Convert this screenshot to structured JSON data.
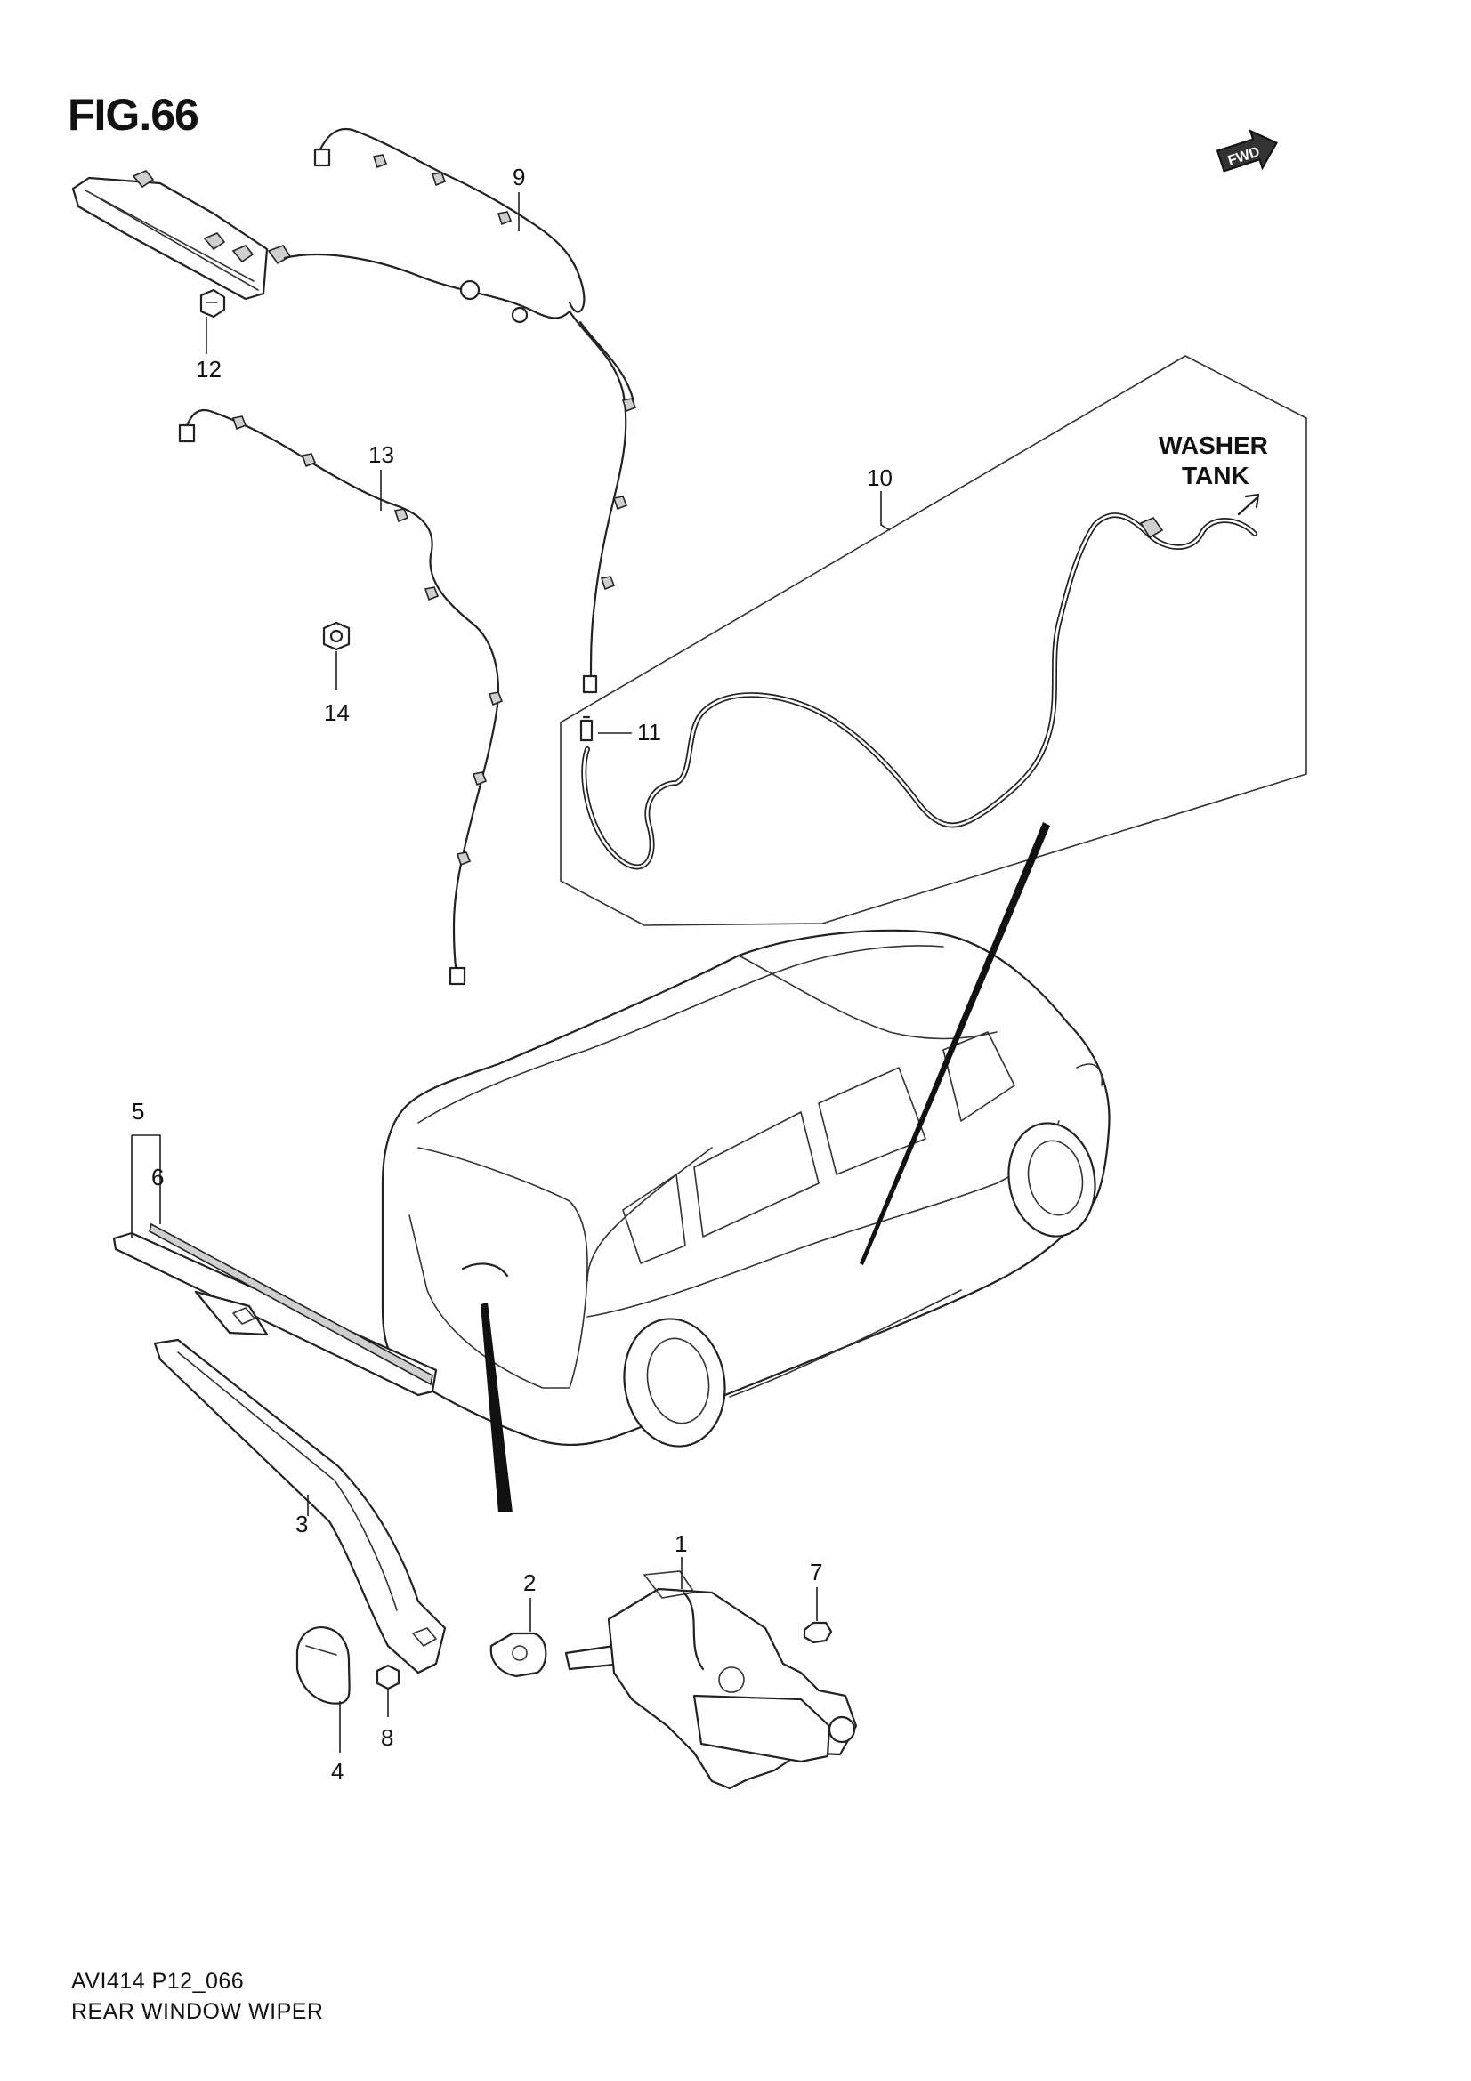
{
  "figure": {
    "title": "FIG.66",
    "fwd_label": "FWD",
    "washer_tank_line1": "WASHER",
    "washer_tank_line2": "TANK"
  },
  "callouts": {
    "p1": "1",
    "p2": "2",
    "p3": "3",
    "p4": "4",
    "p5": "5",
    "p6": "6",
    "p7": "7",
    "p8": "8",
    "p9": "9",
    "p10": "10",
    "p11": "11",
    "p12": "12",
    "p13": "13",
    "p14": "14"
  },
  "footer": {
    "code": "AVI414 P12_066",
    "caption": "REAR WINDOW WIPER"
  }
}
